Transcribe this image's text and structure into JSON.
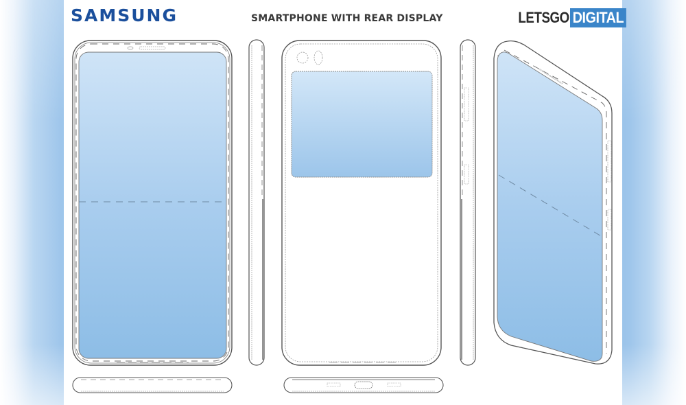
{
  "header": {
    "brand_left": "SAMSUNG",
    "title": "SMARTPHONE WITH REAR DISPLAY",
    "brand_right_part1": "LETSGO",
    "brand_right_part2": "DIGITAL"
  },
  "colors": {
    "samsung_blue": "#1b4f9c",
    "title_gray": "#3a3a3a",
    "letsgo_dark": "#2b2b2b",
    "digital_blue": "#3a85c9",
    "screen_light": "#cfe4f7",
    "screen_dark": "#8dbde6",
    "line": "#555555"
  },
  "views": [
    {
      "id": "front",
      "description": "Front view with full-screen display and fold line"
    },
    {
      "id": "left-side",
      "description": "Left side profile"
    },
    {
      "id": "back",
      "description": "Rear view with dual camera and rear display"
    },
    {
      "id": "right-side",
      "description": "Right side profile with buttons"
    },
    {
      "id": "perspective",
      "description": "Angled perspective view"
    },
    {
      "id": "bottom-front",
      "description": "Bottom edge view"
    },
    {
      "id": "bottom-back",
      "description": "Bottom edge with speaker grilles and USB port"
    }
  ]
}
